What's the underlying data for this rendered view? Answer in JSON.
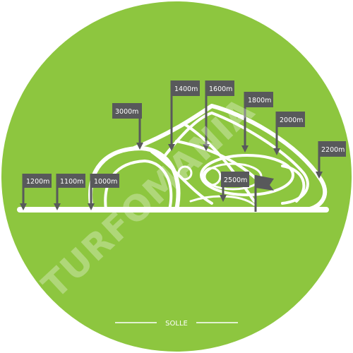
{
  "course_name": "SOLLE",
  "watermark": "TURFOMANIA",
  "distances": [
    "1200m",
    "1100m",
    "1000m",
    "3000m",
    "1400m",
    "1600m",
    "1800m",
    "2000m",
    "2200m",
    "2500m"
  ],
  "colors": {
    "background": "#8dc63f",
    "track": "#ffffff",
    "marker": "#58595b",
    "watermark": "#ffffff"
  },
  "icons": [
    "finish-flag-icon"
  ]
}
